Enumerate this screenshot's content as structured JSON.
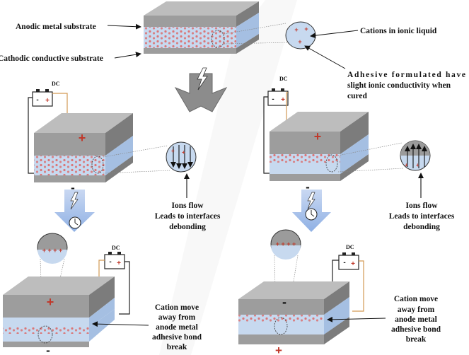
{
  "labels": {
    "anodic": "Anodic metal substrate",
    "cathodic": "Cathodic conductive substrate",
    "cations": "Cations in ionic liquid",
    "adhesive_1": "Adhesive formulated have",
    "adhesive_2": "slight ionic conductivity when",
    "adhesive_3": "cured"
  },
  "left_panel": {
    "dc_top": "DC",
    "dc_bottom": "DC",
    "ions_1": "Ions flow",
    "ions_2": "Leads to interfaces",
    "ions_3": "debonding",
    "cation_1": "Cation move",
    "cation_2": "away from",
    "cation_3": "anode metal",
    "cation_4": "adhesive bond",
    "cation_5": "break",
    "top_sign": "+",
    "bottom_sign": "-",
    "final_top_sign": "+",
    "final_bottom_sign": "-"
  },
  "right_panel": {
    "dc_top": "DC",
    "dc_bottom": "DC",
    "ions_1": "Ions flow",
    "ions_2": "Leads to interfaces",
    "ions_3": "debonding",
    "cation_1": "Cation move",
    "cation_2": "away from",
    "cation_3": "anode metal",
    "cation_4": "adhesive bond",
    "cation_5": "break",
    "top_sign": "+",
    "bottom_sign": "-",
    "final_top_sign": "-",
    "final_bottom_sign": "+"
  },
  "colors": {
    "metal_top": "#b9b9b9",
    "metal_front": "#9a9a9a",
    "metal_side": "#7c7c7c",
    "adhesive": "#c5d9f0",
    "adhesive_dark": "#a9c3e4",
    "cation": "#e0554f",
    "arrow_blue": "#9ab6e6",
    "wire_orange": "#d39a55"
  }
}
